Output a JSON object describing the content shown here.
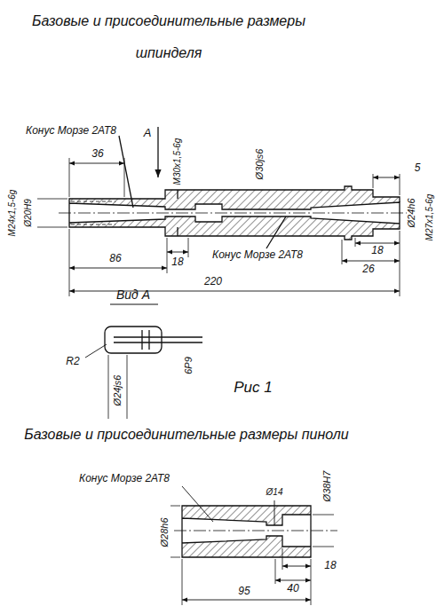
{
  "diagram": {
    "title": "Базовые и присоединительные размеры шпинделя",
    "caption": "Рис 1",
    "labels": [
      "Конус Морзе 2АТ8",
      "А",
      "М30х1,5-6g",
      "Ø30js6",
      "5",
      "36",
      "М24х1,5-6g",
      "Ø20Н9",
      "86",
      "18",
      "Конус Морзе 2АТ8",
      "18",
      "Ø24h6",
      "М27х1,5-6g",
      "26",
      "220",
      "Вид А",
      "R2",
      "Ø24js6",
      "6Р9",
      "Базовые и присоединительные размеры пиноли",
      "Конус Морзе 2АТ8",
      "Ø38Н7",
      "Ø28h6",
      "Ø14",
      "18",
      "40",
      "95"
    ]
  }
}
